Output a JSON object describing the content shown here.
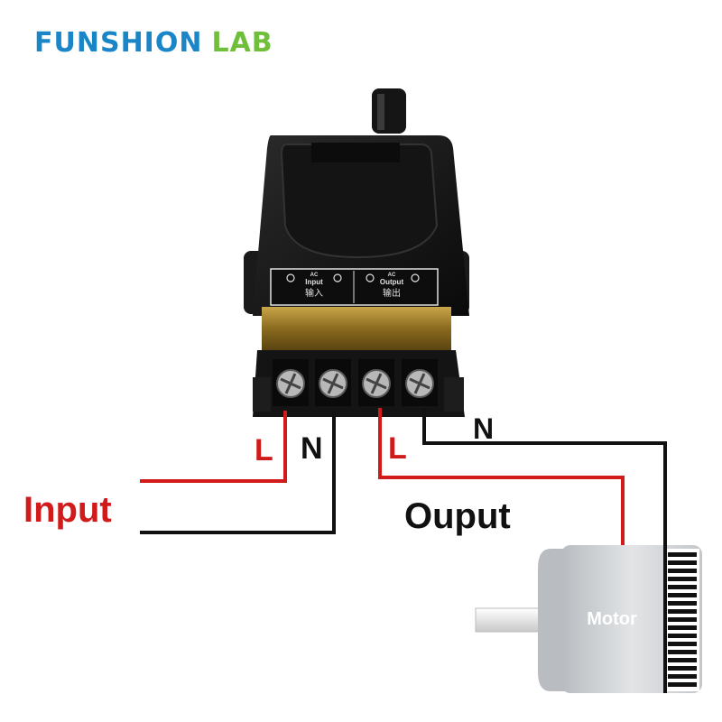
{
  "brand": {
    "main": "FUNSHION",
    "sub": "LAB"
  },
  "device": {
    "input_label_en": "Input",
    "input_label_cn": "输入",
    "output_label_en": "Output",
    "output_label_cn": "输出",
    "ac_label": "AC"
  },
  "wiring": {
    "input_label": "Input",
    "output_label": "Ouput",
    "live_label": "L",
    "neutral_label": "N",
    "motor_label": "Motor"
  },
  "colors": {
    "live": "#d11a1a",
    "neutral": "#111111",
    "brand_blue": "#1a86c8",
    "brand_green": "#6fbf3a"
  }
}
